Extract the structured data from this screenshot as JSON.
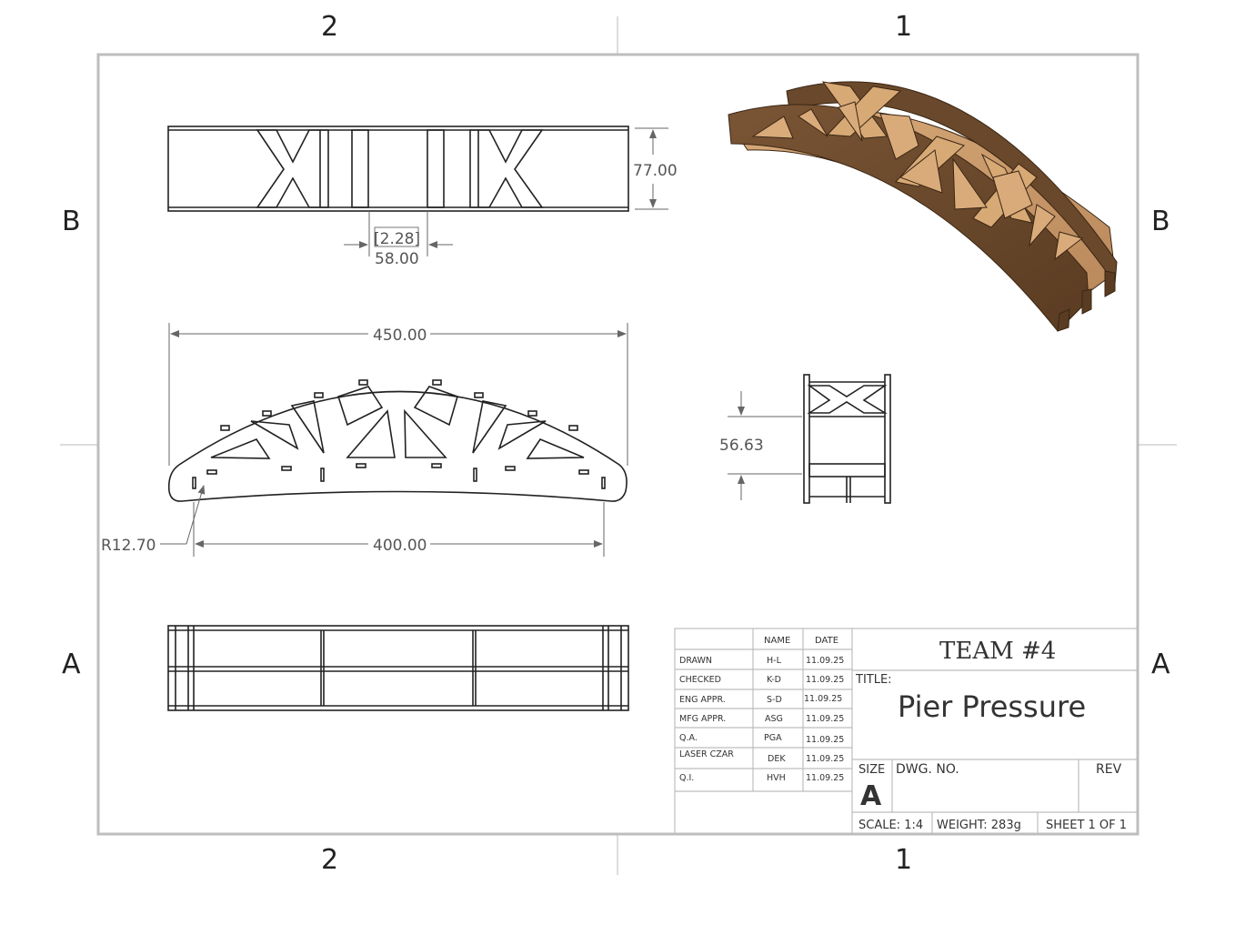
{
  "zones": {
    "top": [
      "2",
      "1"
    ],
    "bottom": [
      "2",
      "1"
    ],
    "left": [
      "B",
      "A"
    ],
    "right": [
      "B",
      "A"
    ]
  },
  "dimensions": {
    "top_height": "77.00",
    "ref_thickness": "[2.28]",
    "gap": "58.00",
    "overall_length": "450.00",
    "span": "400.00",
    "radius": "R12.70",
    "side_height": "56.63"
  },
  "title_block": {
    "col_name": "NAME",
    "col_date": "DATE",
    "rows": [
      {
        "role": "DRAWN",
        "name": "H-L",
        "date": "11.09.25"
      },
      {
        "role": "CHECKED",
        "name": "K-D",
        "date": "11.09.25"
      },
      {
        "role": "ENG APPR.",
        "name": "S-D",
        "date": "11.09.25"
      },
      {
        "role": "MFG APPR.",
        "name": "ASG",
        "date": "11.09.25"
      },
      {
        "role": "Q.A.",
        "name": "PGA",
        "date": "11.09.25"
      },
      {
        "role": "LASER CZAR",
        "name": "DEK",
        "date": "11.09.25"
      },
      {
        "role": "Q.I.",
        "name": "HVH",
        "date": "11.09.25"
      }
    ],
    "company": "TEAM #4",
    "title_label": "TITLE:",
    "title": "Pier Pressure",
    "size_label": "SIZE",
    "size": "A",
    "dwg_label": "DWG.  NO.",
    "rev_label": "REV",
    "scale": "SCALE: 1:4",
    "weight": "WEIGHT:  283g",
    "sheet": "SHEET 1 OF 1"
  },
  "colors": {
    "border": "#bdbdbd",
    "line": "#222222",
    "dim": "#666666",
    "wood_dark": "#6b4a2e",
    "wood_light": "#c99a6a"
  }
}
